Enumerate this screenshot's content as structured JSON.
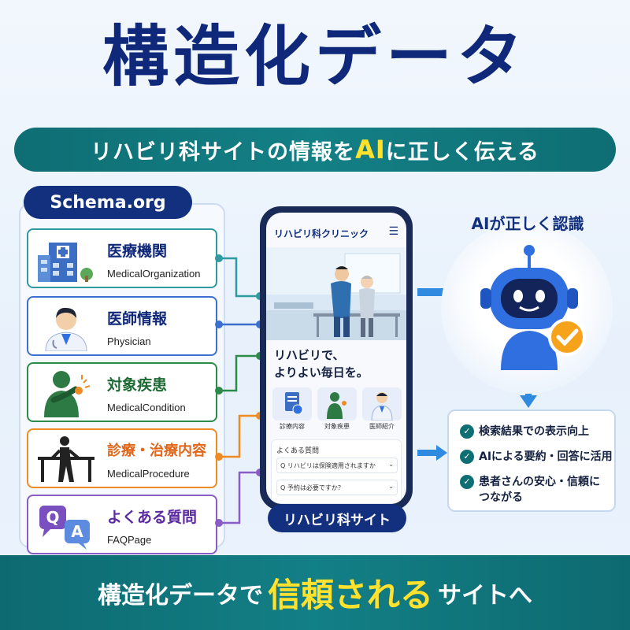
{
  "title": "構造化データ",
  "subtitle": {
    "before": "リハビリ科サイトの情報を",
    "highlight": "AI",
    "after": "に正しく伝える"
  },
  "schema": {
    "label": "Schema.org",
    "items": [
      {
        "ja": "医療機関",
        "en": "MedicalOrganization",
        "icon": "hospital-icon",
        "color": "#2f9aa0"
      },
      {
        "ja": "医師情報",
        "en": "Physician",
        "icon": "doctor-icon",
        "color": "#3b6fd1"
      },
      {
        "ja": "対象疾患",
        "en": "MedicalCondition",
        "icon": "patient-shoulder-icon",
        "color": "#2d8b4a"
      },
      {
        "ja": "診療・治療内容",
        "en": "MedicalProcedure",
        "icon": "rehab-parallel-bars-icon",
        "color": "#f08a22"
      },
      {
        "ja": "よくある質問",
        "en": "FAQPage",
        "icon": "qa-bubbles-icon",
        "color": "#8a5cc6"
      }
    ]
  },
  "phone": {
    "header": "リハビリ科クリニック",
    "tagline_line1": "リハビリで、",
    "tagline_line2": "よりよい毎日を。",
    "icons": [
      {
        "label": "診療内容",
        "icon": "document-icon"
      },
      {
        "label": "対象疾患",
        "icon": "patient-icon"
      },
      {
        "label": "医師紹介",
        "icon": "doctor-icon"
      }
    ],
    "faq_title": "よくある質問",
    "faq": [
      "Q  リハビリは保険適用されますか",
      "Q  予約は必要ですか？"
    ],
    "label": "リハビリ科サイト"
  },
  "ai": {
    "title": "AIが正しく認識"
  },
  "benefits": [
    "検索結果での表示向上",
    "AIによる要約・回答に活用",
    "患者さんの安心・信頼に",
    "つながる"
  ],
  "bottom": {
    "before": "構造化データで",
    "highlight": "信頼される",
    "after": "サイトへ"
  },
  "colors": {
    "navy": "#13307f",
    "teal": "#0e6e73",
    "yellow": "#ffe12e",
    "robot_blue": "#2f6fe0",
    "check_orange": "#f7a21b"
  }
}
